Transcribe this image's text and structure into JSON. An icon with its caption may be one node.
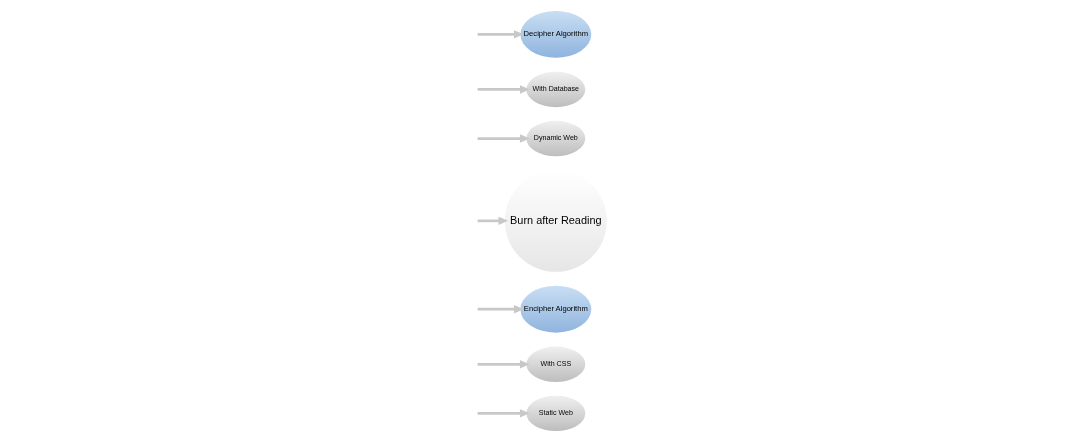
{
  "diagram": {
    "nodes": [
      {
        "text": [
          "Static Web"
        ]
      },
      {
        "text": [
          "With CSS"
        ]
      },
      {
        "text": [
          "Encipher Algorithm"
        ]
      },
      {
        "text": [
          "Burn after Reading"
        ]
      },
      {
        "text": [
          "Dynamic Web"
        ]
      },
      {
        "text": [
          "With Database"
        ]
      },
      {
        "text": [
          "Decipher Algorithm"
        ]
      }
    ],
    "edges": [
      {
        "from": null,
        "to": 3,
        "arrow": "to"
      },
      {
        "from": null,
        "to": 0,
        "arrow": "to"
      },
      {
        "from": null,
        "to": 1,
        "arrow": "to"
      },
      {
        "from": null,
        "to": 2,
        "arrow": "to"
      },
      {
        "from": null,
        "to": 4,
        "arrow": "to"
      },
      {
        "from": null,
        "to": 5,
        "arrow": "to"
      },
      {
        "from": null,
        "to": 6,
        "arrow": "to"
      }
    ]
  }
}
